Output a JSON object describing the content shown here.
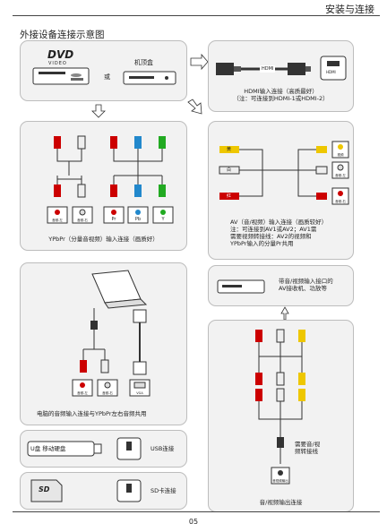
{
  "header": {
    "section": "安装与连接"
  },
  "page_title": "外接设备连接示意图",
  "sources": {
    "dvd_logo": "DVD",
    "dvd_sub": "VIDEO",
    "or": "或",
    "settop": "机顶盒"
  },
  "hdmi": {
    "plug_label": "HDMI",
    "port_label": "HDMI",
    "caption1": "HDMI输入连接（高质最好）",
    "caption2": "（注：可连接到HDMI-1或HDMI-2）"
  },
  "ypbpr": {
    "labels": [
      "音频-左",
      "音频-右",
      "Pr",
      "Pb",
      "Y"
    ],
    "caption": "YPbPr（分量音视频）输入连接（画质好）"
  },
  "av": {
    "plug_tags": [
      "黄",
      "白",
      "红"
    ],
    "port_labels": [
      "视频",
      "音频-左",
      "音频-右"
    ],
    "lines": [
      "AV（音/视频）输入连接（画质较好）",
      "注：可连接到AV1或AV2；AV1需",
      "需要视频转接线：AV2的视频和",
      "YPbPr输入的分量Pr共用"
    ]
  },
  "pc": {
    "labels": [
      "音频-左",
      "音频-右",
      "VGA"
    ],
    "caption": "电脑的音频输入连接与YPbPr左右音频共用"
  },
  "avout_recv": {
    "line1": "带音/视频输入接口的",
    "line2": "AV接收机、功放等"
  },
  "avout": {
    "cable_note1": "需要音/视",
    "cable_note2": "频转接线",
    "jack_label": "音视频输出",
    "caption": "音/视频输出连接"
  },
  "usb": {
    "device": "U盘 移动硬盘",
    "caption": "USB连接"
  },
  "sd": {
    "card": "SD",
    "caption": "SD卡连接"
  },
  "page_number": "05"
}
